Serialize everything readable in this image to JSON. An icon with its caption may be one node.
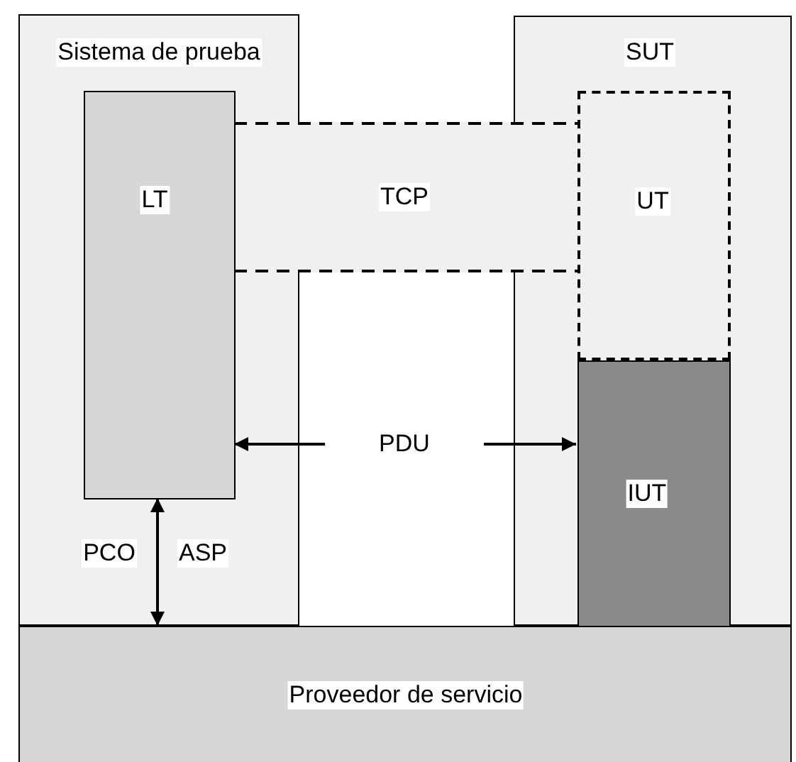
{
  "diagram": {
    "nodes": [
      {
        "text": [
          "Sistema de prueba"
        ]
      },
      {
        "text": [
          "LT"
        ],
        "in": 0
      },
      {
        "text": [
          "TCP"
        ]
      },
      {
        "text": [
          "SUT"
        ]
      },
      {
        "text": [
          "UT"
        ],
        "in": 3
      },
      {
        "text": [
          "IUT"
        ],
        "in": 3
      },
      {
        "text": [
          "Proveedor de servicio"
        ]
      }
    ],
    "edges": [
      {
        "from": 1,
        "to": 5,
        "arrow": "both",
        "label": "PDU"
      },
      {
        "from": 1,
        "to": 6,
        "arrow": "both"
      }
    ],
    "labels": [
      "PCO",
      "ASP"
    ]
  }
}
